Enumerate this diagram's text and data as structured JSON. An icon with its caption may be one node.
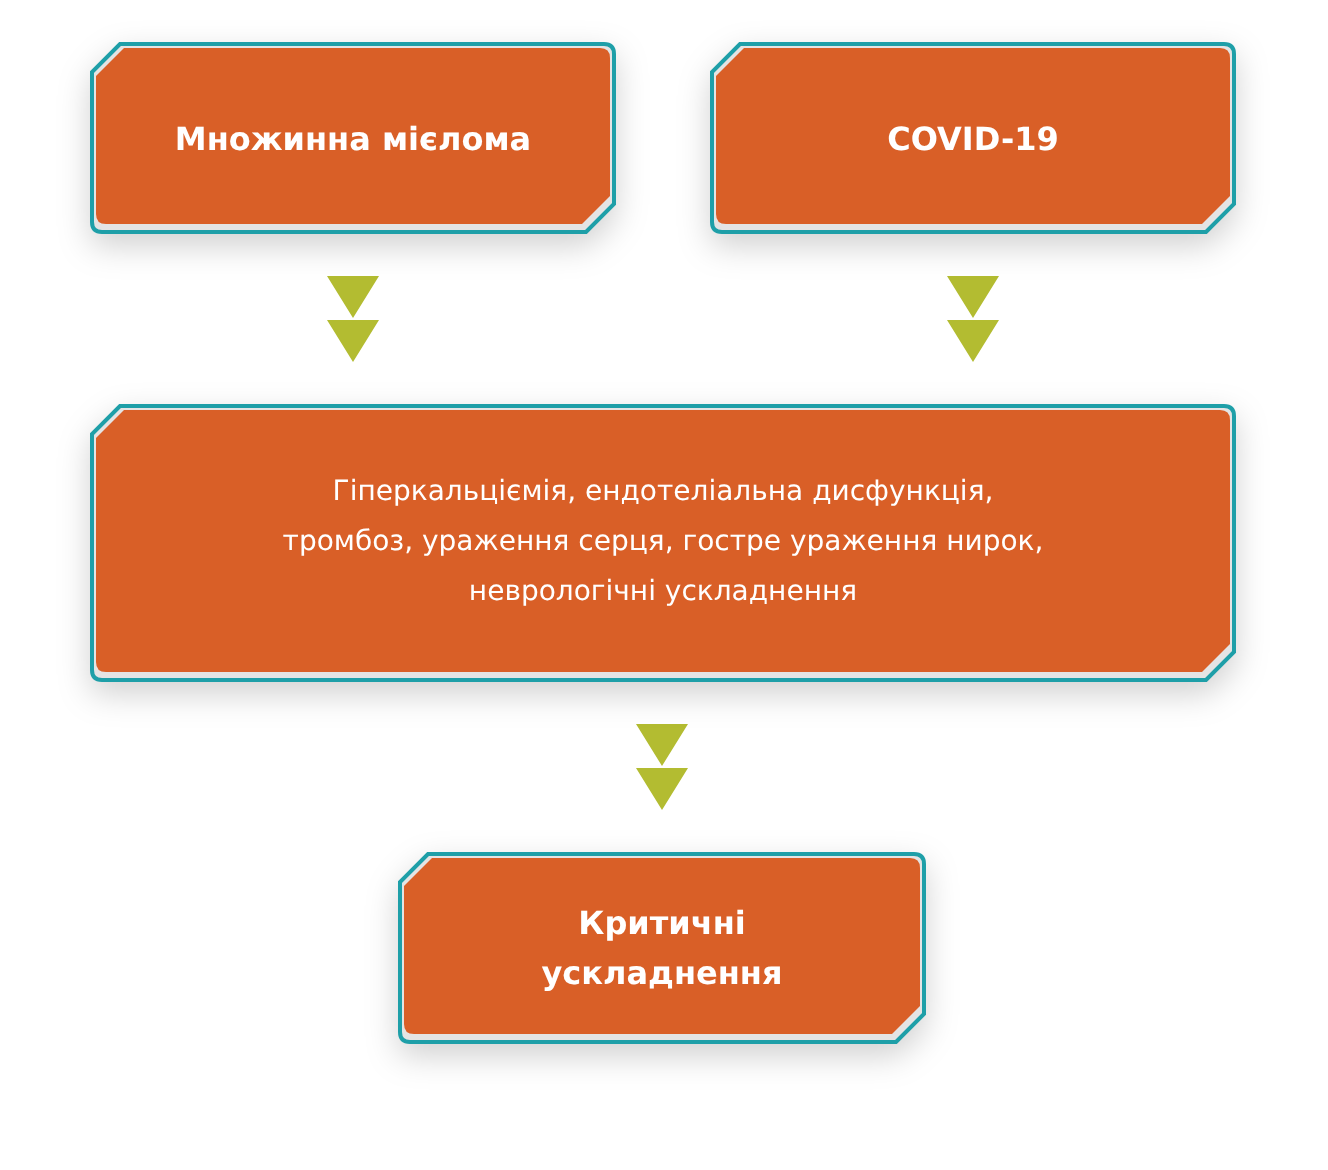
{
  "diagram": {
    "nodes": [
      {
        "text": [
          "Множинна мієлома"
        ]
      },
      {
        "text": [
          "COVID-19"
        ]
      },
      {
        "text": [
          "Гіперкальціємія, ендотеліальна дисфункція, тромбоз, ураження серця, гостре ураження нирок, неврологічні ускладнення"
        ]
      },
      {
        "text": [
          "Критичні ускладнення"
        ]
      }
    ],
    "edges": [
      {
        "from": 0,
        "to": 2,
        "arrow": "to"
      },
      {
        "from": 1,
        "to": 2,
        "arrow": "to"
      },
      {
        "from": 2,
        "to": 3,
        "arrow": "to"
      }
    ]
  }
}
